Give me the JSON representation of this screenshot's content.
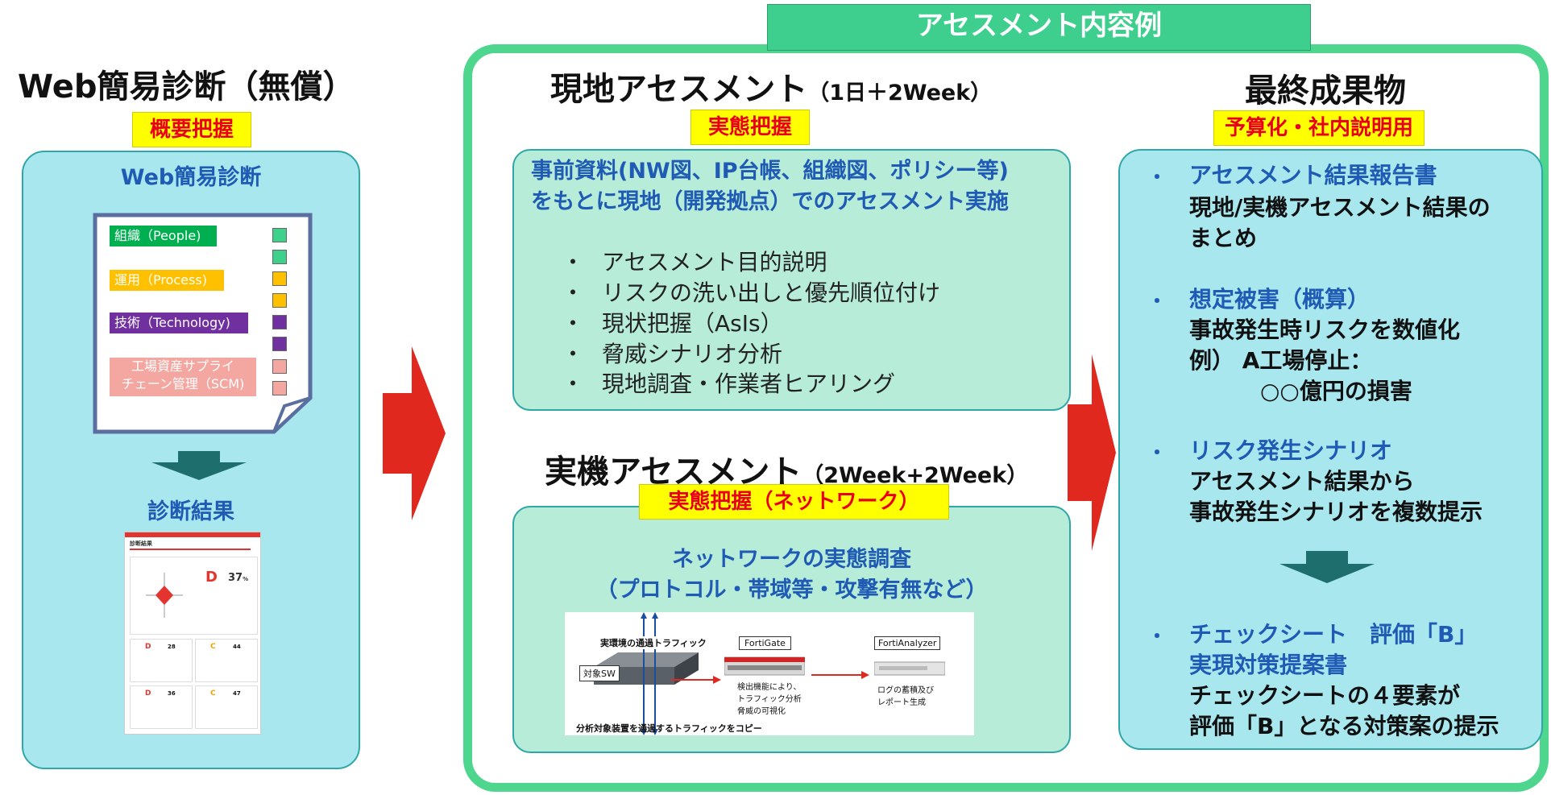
{
  "header": {
    "banner": "アセスメント内容例"
  },
  "left": {
    "title": "Web簡易診断（無償）",
    "tag": "概要把握",
    "panel_title": "Web簡易診断",
    "doc_items": [
      {
        "label": "組織（People)",
        "color": "#00b050"
      },
      {
        "label": "運用（Process)",
        "color": "#ffc000"
      },
      {
        "label": "技術（Technology)",
        "color": "#7030a0"
      },
      {
        "label": "工場資産サプライ\nチェーン管理（SCM)",
        "color": "#f4a6a0"
      }
    ],
    "result_title": "診断結果",
    "report": {
      "heading": "診断結果",
      "overall_grade": "D",
      "overall_pct": "37",
      "grades": [
        {
          "grade": "D",
          "pct": "28"
        },
        {
          "grade": "C",
          "pct": "44"
        },
        {
          "grade": "D",
          "pct": "36"
        },
        {
          "grade": "C",
          "pct": "47"
        }
      ]
    }
  },
  "onsite": {
    "title": "現地アセスメント",
    "period": "（1日＋2Week）",
    "tag": "実態把握",
    "lead_line1": "事前資料(NW図、IP台帳、組織図、ポリシー等)",
    "lead_line2": "をもとに現地（開発拠点）でのアセスメント実施",
    "items": [
      "アセスメント目的説明",
      "リスクの洗い出しと優先順位付け",
      "現状把握（AsIs）",
      "脅威シナリオ分析",
      "現地調査・作業者ヒアリング"
    ],
    "bullet": "・"
  },
  "device": {
    "title": "実機アセスメント",
    "period": "（2Week+2Week）",
    "tag": "実態把握（ネットワーク）",
    "lead_line1": "ネットワークの実態調査",
    "lead_line2": "（プロトコル・帯域等・攻撃有無など）",
    "diagram": {
      "traffic_label": "実環境の通過トラフィック",
      "switch_label": "対象SW",
      "fortigate_label": "FortiGate",
      "fortigate_desc": [
        "検出機能により、",
        "トラフィック分析",
        "脅威の可視化"
      ],
      "analyzer_label": "FortiAnalyzer",
      "analyzer_desc": [
        "ログの蓄積及び",
        "レポート生成"
      ],
      "bottom_label": "分析対象装置を通過するトラフィックをコピー"
    }
  },
  "final": {
    "title": "最終成果物",
    "tag": "予算化・社内説明用",
    "bullet": "・",
    "items": [
      {
        "title": "アセスメント結果報告書",
        "lines": [
          "現地/実機アセスメント結果の",
          "まとめ"
        ]
      },
      {
        "title": "想定被害（概算）",
        "lines": [
          "事故発生時リスクを数値化",
          "例） A工場停止：",
          "○○億円の損害"
        ]
      },
      {
        "title": "リスク発生シナリオ",
        "lines": [
          "アセスメント結果から",
          "事故発生シナリオを複数提示"
        ]
      },
      {
        "title": "チェックシート　評価「B」",
        "title2": "実現対策提案書",
        "lines": [
          "チェックシートの４要素が",
          "評価「B」となる対策案の提示"
        ]
      }
    ]
  },
  "colors": {
    "outer_border": "#4ed68f",
    "banner_bg": "#3ecf8e",
    "panel_blue": "#a9e7ee",
    "panel_green": "#b6ecd8",
    "arrow_red": "#e0281e",
    "arrow_teal": "#1e6e6e",
    "tag_yellow": "#ffff00",
    "tag_text": "#e8001c",
    "accent_blue": "#1f5ab4"
  }
}
